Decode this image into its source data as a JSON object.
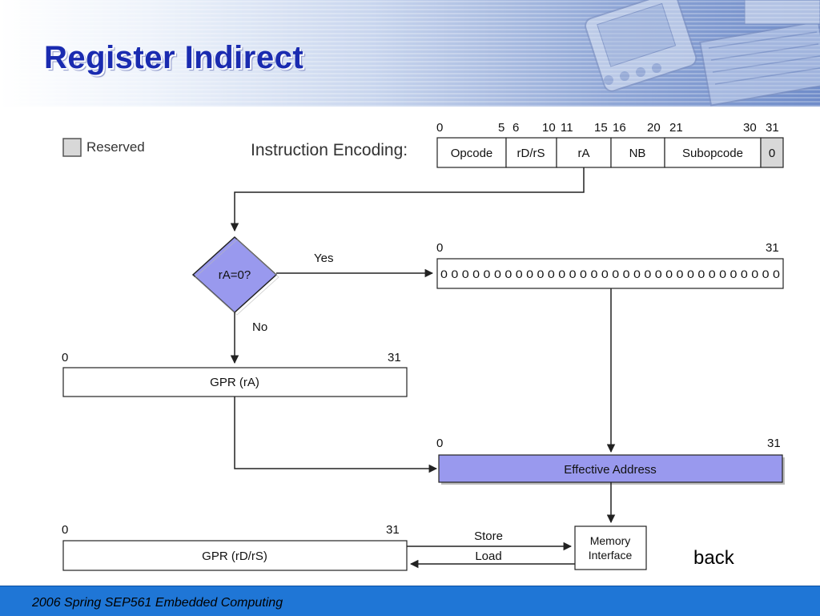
{
  "slide": {
    "title": "Register Indirect",
    "footer": "2006  Spring SEP561 Embedded Computing",
    "back_label": "back"
  },
  "legend": {
    "reserved_label": "Reserved"
  },
  "encoding": {
    "label": "Instruction Encoding:",
    "bit_labels": [
      "0",
      "5",
      "6",
      "10",
      "11",
      "15",
      "16",
      "20",
      "21",
      "30",
      "31"
    ],
    "fields": [
      "Opcode",
      "rD/rS",
      "rA",
      "NB",
      "Subopcode",
      "0"
    ]
  },
  "decision": {
    "label": "rA=0?",
    "yes_label": "Yes",
    "no_label": "No"
  },
  "zeros_register": {
    "start_bit": "0",
    "end_bit": "31",
    "value": "0 0 0 0 0 0 0 0 0 0 0 0 0 0 0 0 0 0 0 0 0 0 0 0 0 0 0 0 0 0 0 0"
  },
  "gpr_ra": {
    "start_bit": "0",
    "end_bit": "31",
    "label": "GPR (rA)"
  },
  "effective_address": {
    "start_bit": "0",
    "end_bit": "31",
    "label": "Effective Address"
  },
  "gpr_rd": {
    "start_bit": "0",
    "end_bit": "31",
    "label": "GPR (rD/rS)"
  },
  "memory": {
    "line1": "Memory",
    "line2": "Interface",
    "store_label": "Store",
    "load_label": "Load"
  },
  "colors": {
    "title": "#1a2bb0",
    "purple_fill": "#9999ee",
    "footer": "#1f76d6",
    "reserved": "#d8d8d8"
  }
}
